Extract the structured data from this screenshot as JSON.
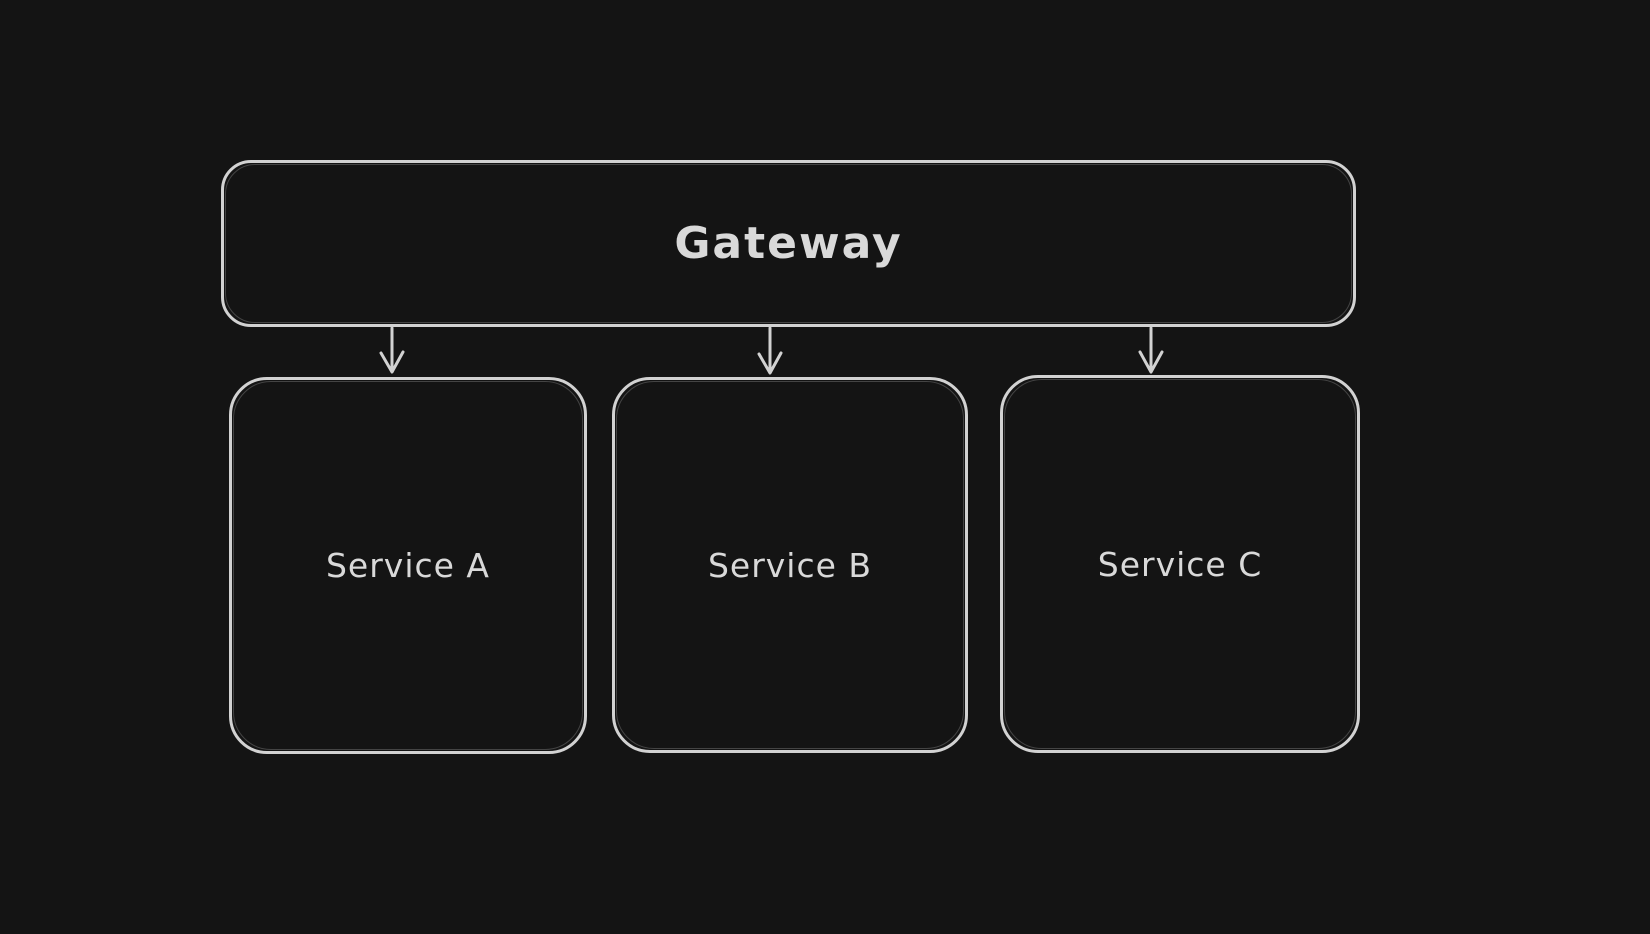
{
  "canvas": {
    "background": "#141414",
    "stroke_color": "#d2d2d2",
    "text_color": "#d9d9d9"
  },
  "diagram": {
    "gateway": {
      "label": "Gateway"
    },
    "services": [
      {
        "label": "Service A"
      },
      {
        "label": "Service B"
      },
      {
        "label": "Service C"
      }
    ],
    "connections": [
      {
        "from": "Gateway",
        "to": "Service A"
      },
      {
        "from": "Gateway",
        "to": "Service B"
      },
      {
        "from": "Gateway",
        "to": "Service C"
      }
    ]
  }
}
